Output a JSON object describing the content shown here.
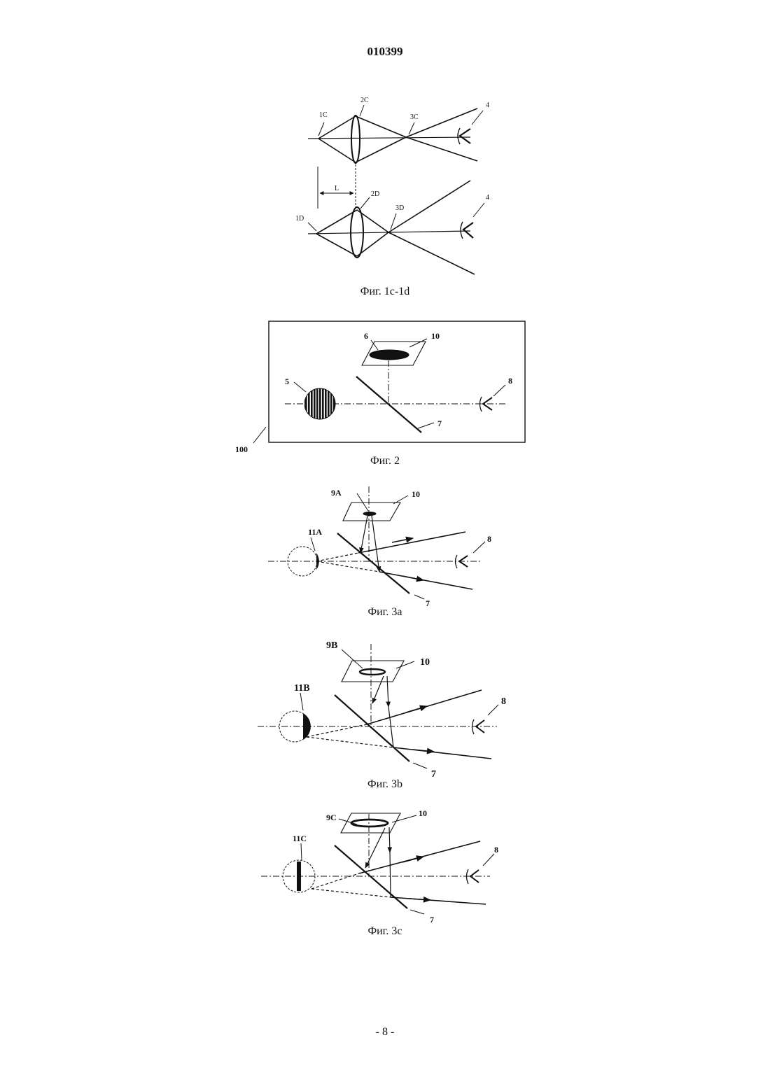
{
  "header": {
    "document_number": "010399"
  },
  "figures": {
    "fig1": {
      "caption": "Фиг. 1c-1d",
      "labels": {
        "l1c": "1C",
        "l2c": "2C",
        "l3c": "3C",
        "l4a": "4",
        "l_dist": "L",
        "l1d": "1D",
        "l2d": "2D",
        "l3d": "3D",
        "l4b": "4"
      }
    },
    "fig2": {
      "caption": "Фиг. 2",
      "labels": {
        "l100": "100",
        "l5": "5",
        "l6": "6",
        "l7": "7",
        "l8": "8",
        "l10": "10"
      }
    },
    "fig3a": {
      "caption": "Фиг. 3a",
      "labels": {
        "l9": "9A",
        "l10": "10",
        "l11": "11A",
        "l8": "8",
        "l7": "7"
      }
    },
    "fig3b": {
      "caption": "Фиг. 3b",
      "labels": {
        "l9": "9B",
        "l10": "10",
        "l11": "11B",
        "l8": "8",
        "l7": "7"
      }
    },
    "fig3c": {
      "caption": "Фиг. 3c",
      "labels": {
        "l9": "9C",
        "l10": "10",
        "l11": "11C",
        "l8": "8",
        "l7": "7"
      }
    }
  },
  "footer": {
    "page_number": "- 8 -"
  }
}
